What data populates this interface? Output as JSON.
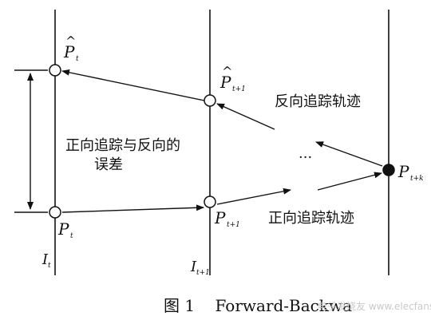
{
  "diagram": {
    "frame_labels": {
      "left": "I",
      "left_sub": "t",
      "mid": "I",
      "mid_sub": "t+1"
    },
    "points": {
      "p_hat_t": {
        "base": "P",
        "sub": "t",
        "hat": "^"
      },
      "p_t": {
        "base": "P",
        "sub": "t"
      },
      "p_hat_t1": {
        "base": "P",
        "sub": "t+1",
        "hat": "^"
      },
      "p_t1": {
        "base": "P",
        "sub": "t+1"
      },
      "p_tk": {
        "base": "P",
        "sub": "t+k"
      }
    },
    "error_label": {
      "line1": "正向追踪与反向的",
      "line2": "误差"
    },
    "backward_label": "反向追踪轨迹",
    "forward_label": "正向追踪轨迹",
    "ellipsis": "···"
  },
  "caption": "图 1    Forward-Backwa",
  "watermark": "电子发烧友 www.elecfans.com",
  "colors": {
    "ink": "#111111",
    "background": "#ffffff",
    "watermark": "#c9c9c9"
  }
}
